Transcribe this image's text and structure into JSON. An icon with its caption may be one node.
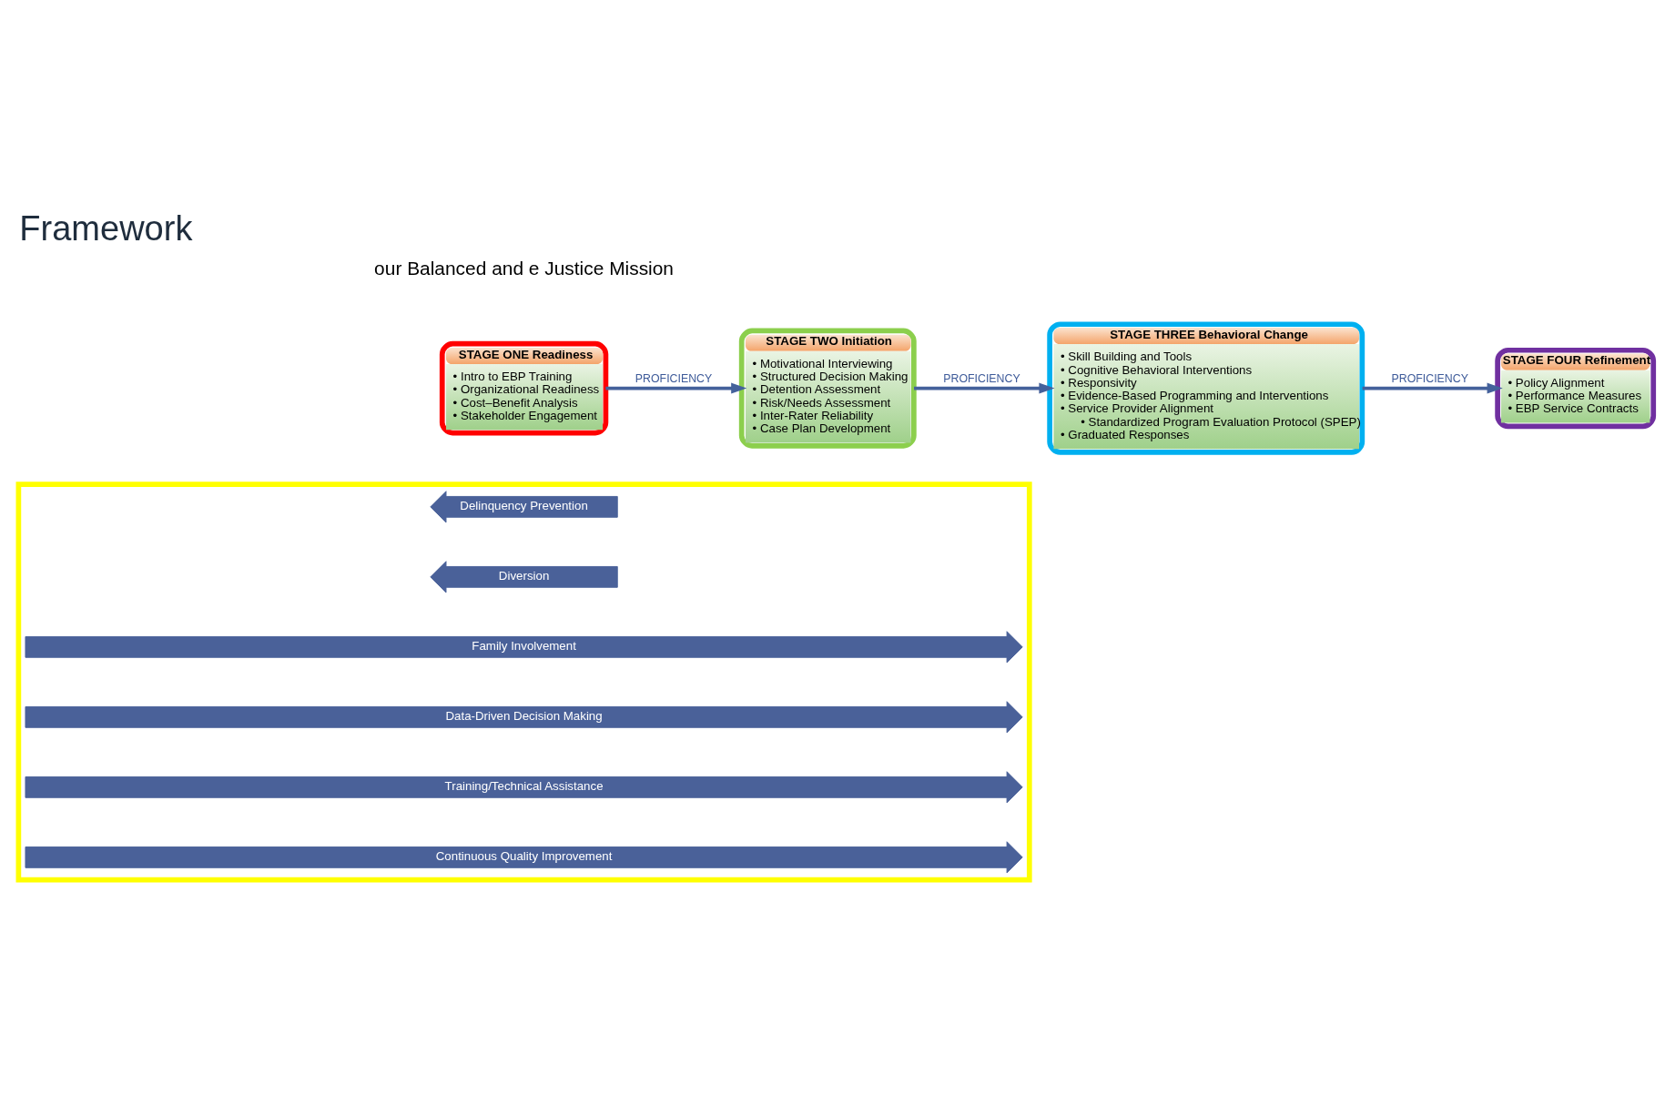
{
  "diagram": {
    "title": "Framework",
    "nodes": [
      {
        "text": [
          "STAGE ONE Readiness",
          "• Intro to EBP Training",
          "• Organizational Readiness",
          "• Cost–Benefit Analysis",
          "• Stakeholder Engagement"
        ]
      },
      {
        "text": [
          "STAGE TWO Initiation",
          "• Motivational Interviewing",
          "• Structured Decision Making",
          "• Detention Assessment",
          "• Risk/Needs Assessment",
          "• Inter-Rater Reliability",
          "• Case Plan Development"
        ]
      },
      {
        "text": [
          "STAGE THREE Behavioral Change",
          "• Skill Building and Tools",
          "• Cognitive Behavioral Interventions",
          "• Responsivity",
          "• Evidence-Based Programming and Interventions",
          "• Service Provider Alignment",
          "• Standardized Program Evaluation Protocol (SPEP)",
          "• Graduated Responses"
        ]
      },
      {
        "text": [
          "STAGE FOUR Refinement",
          "• Policy Alignment",
          "• Performance Measures",
          "• EBP Service Contracts"
        ]
      },
      {
        "text": [],
        "shape": "box"
      },
      {
        "text": [
          "Delinquency Prevention"
        ],
        "in": 4
      },
      {
        "text": [
          "Diversion"
        ],
        "in": 4
      },
      {
        "text": [
          "Family Involvement"
        ],
        "in": 4
      },
      {
        "text": [
          "Data-Driven Decision Making"
        ],
        "in": 4
      },
      {
        "text": [
          "Training/Technical Assistance"
        ],
        "in": 4
      },
      {
        "text": [
          "Continuous Quality Improvement"
        ],
        "in": 4
      }
    ],
    "edges": [
      {
        "from": 0,
        "to": 1,
        "arrow": "to",
        "label": "PROFICIENCY"
      },
      {
        "from": 1,
        "to": 2,
        "arrow": "to",
        "label": "PROFICIENCY"
      },
      {
        "from": 2,
        "to": 3,
        "arrow": "to",
        "label": "PROFICIENCY"
      }
    ],
    "labels": [
      "our Balanced and e Justice Mission"
    ]
  }
}
